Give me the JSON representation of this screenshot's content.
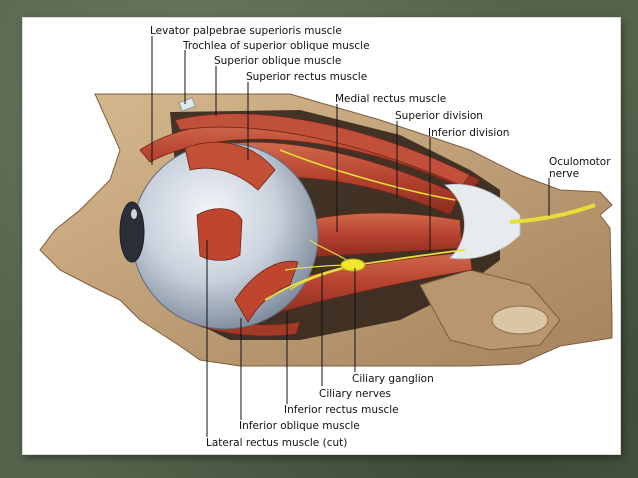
{
  "labels": {
    "levator": "Levator palpebrae superioris muscle",
    "trochlea": "Trochlea of superior oblique muscle",
    "superior_oblique": "Superior oblique muscle",
    "superior_rectus": "Superior rectus muscle",
    "medial_rectus": "Medial rectus muscle",
    "superior_division": "Superior division",
    "inferior_division": "Inferior division",
    "oculomotor_1": "Oculomotor",
    "oculomotor_2": "nerve",
    "ciliary_ganglion": "Ciliary ganglion",
    "ciliary_nerves": "Ciliary nerves",
    "inferior_rectus": "Inferior rectus muscle",
    "inferior_oblique": "Inferior oblique muscle",
    "lateral_rectus": "Lateral rectus  muscle (cut)"
  },
  "colors": {
    "bone": "#c7a77e",
    "bone_dark": "#8e6c4a",
    "muscle": "#b5412e",
    "muscle_light": "#d36b4c",
    "eyeball": "#c9d1dc",
    "nerve": "#e8de3a",
    "tendon": "#e7ebee"
  }
}
